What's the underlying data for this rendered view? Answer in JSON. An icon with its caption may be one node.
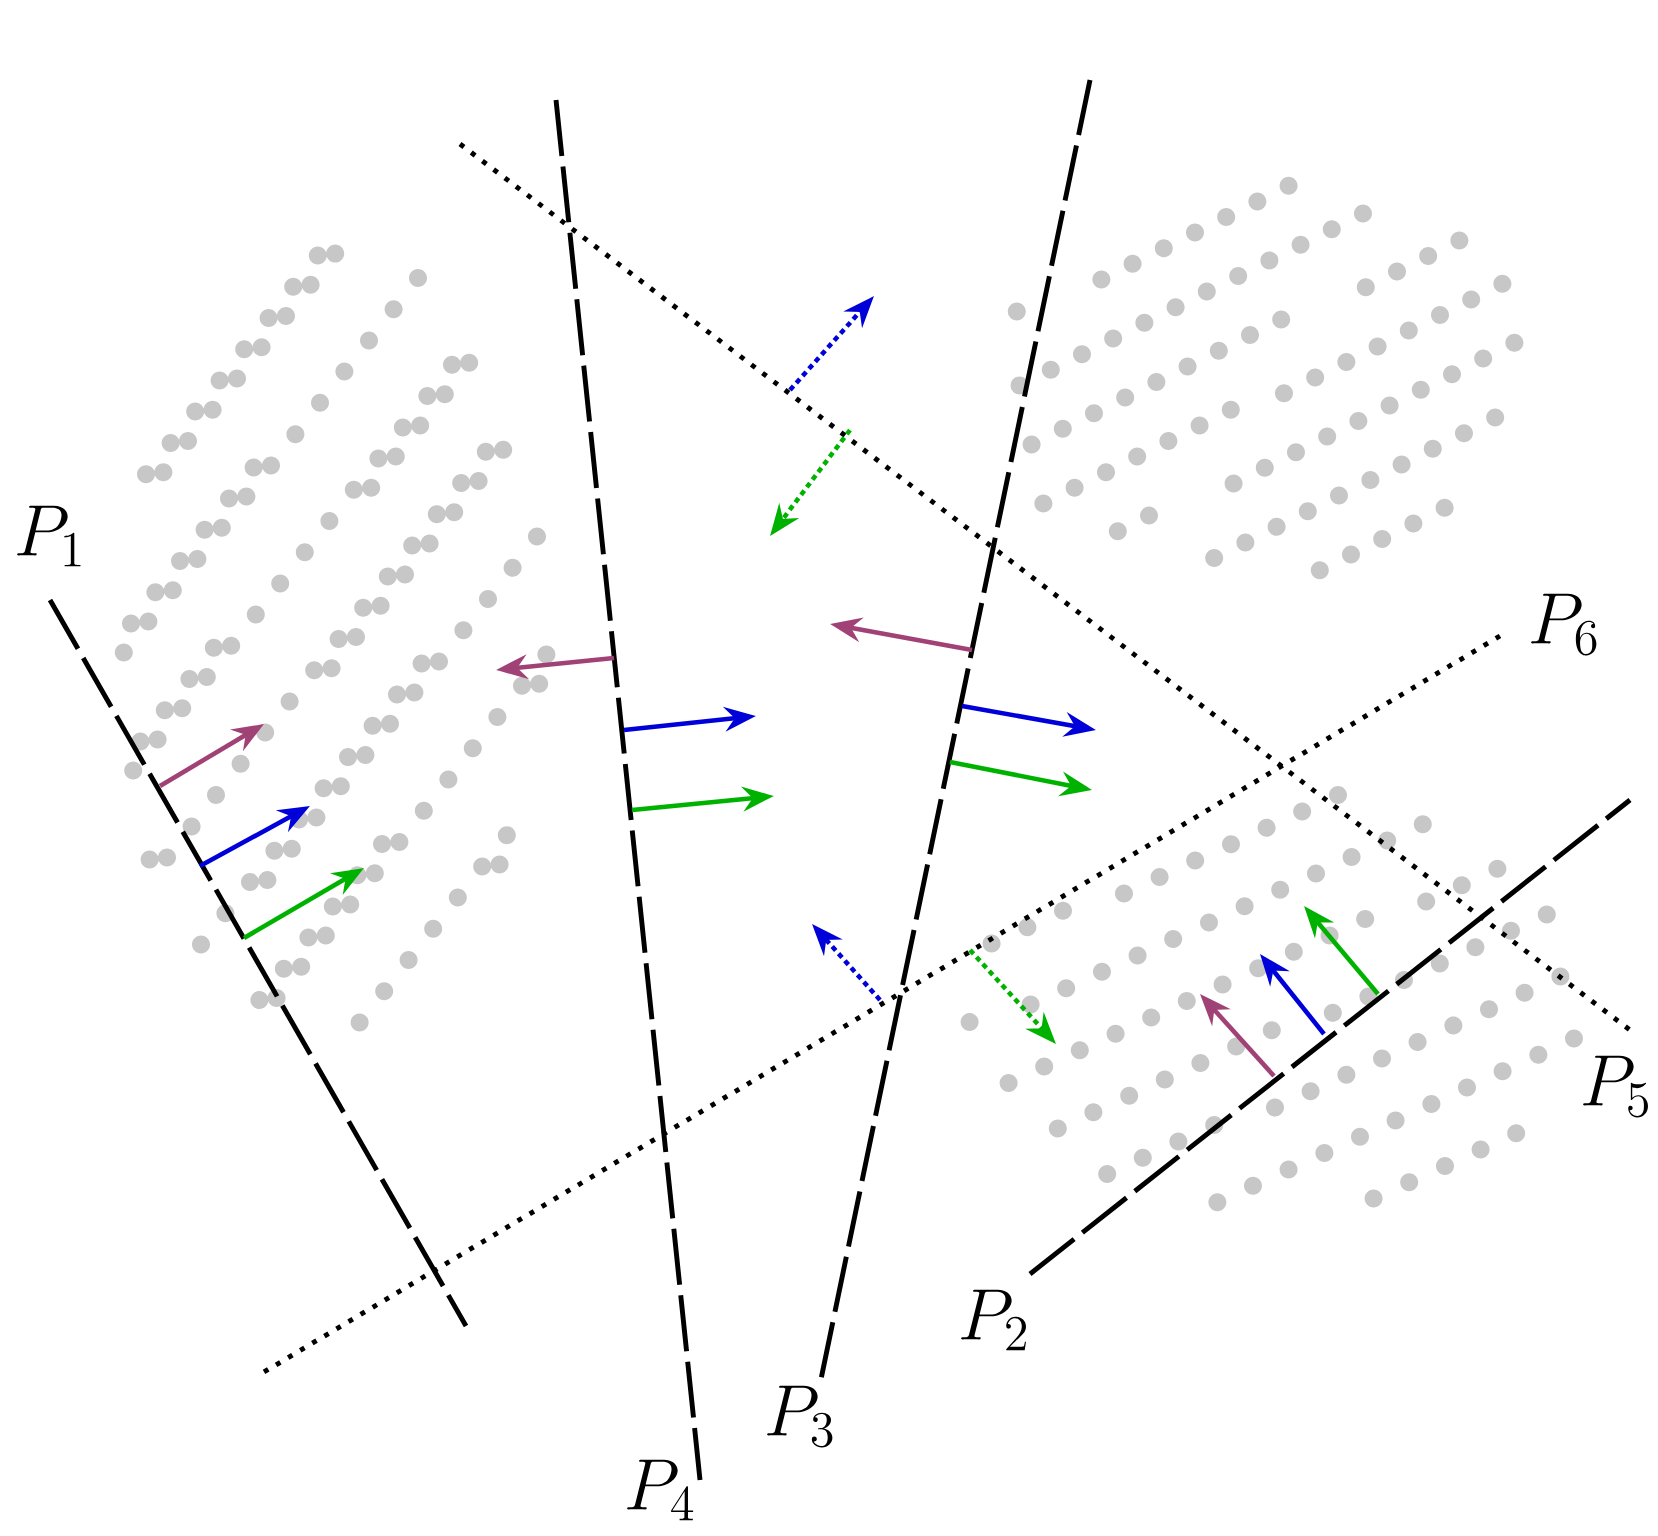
{
  "diagram": {
    "labels": [
      "P_1",
      "P_6",
      "P_5",
      "P_2",
      "P_3",
      "P_4"
    ]
  }
}
